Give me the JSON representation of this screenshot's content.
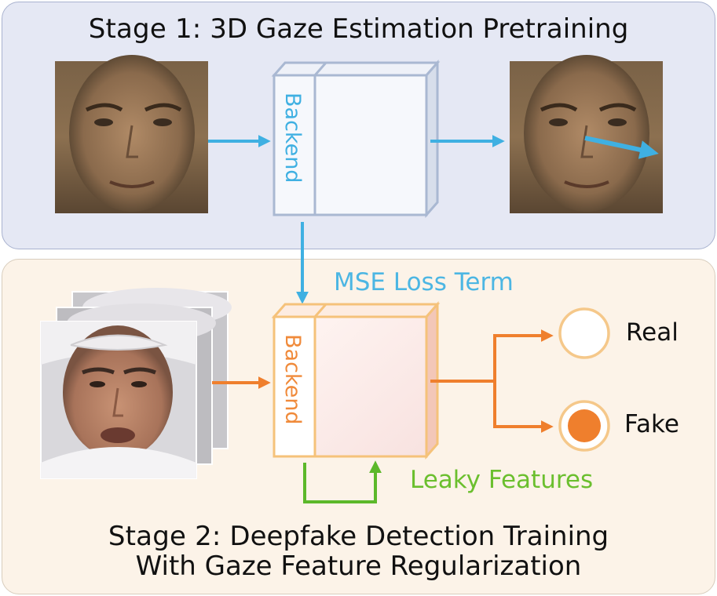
{
  "stage1": {
    "title_bold": "Stage 1:",
    "title_rest": " 3D Gaze Estimation Pretraining",
    "backend_label": "Backend"
  },
  "stage2": {
    "title_bold": "Stage 2:",
    "title_rest": " Deepfake Detection Training",
    "title_line2": "With Gaze Feature Regularization",
    "backend_label": "Backend",
    "mse_label": "MSE Loss Term",
    "leaky_label": "Leaky Features",
    "outputs": [
      {
        "label": "Real",
        "selected": false
      },
      {
        "label": "Fake",
        "selected": true
      }
    ]
  },
  "colors": {
    "stage1_accent": "#3fb0e2",
    "stage2_accent": "#f08a3a",
    "leaky_accent": "#5cb82a"
  }
}
